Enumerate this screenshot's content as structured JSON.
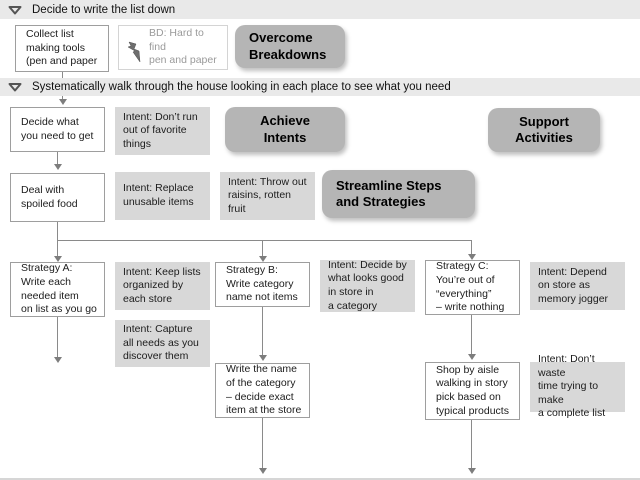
{
  "bars": [
    {
      "label": "Decide to write the list down"
    },
    {
      "label": "Systematically walk through the house looking in each place to see what you need"
    }
  ],
  "callouts": {
    "overcome": "Overcome\nBreakdowns",
    "achieve": "Achieve\nIntents",
    "support": "Support\nActivities",
    "streamline": "Streamline Steps\nand Strategies"
  },
  "steps": {
    "collect_tools": "Collect list\nmaking tools\n(pen and paper",
    "decide_need": "Decide what\nyou need to get",
    "deal_spoiled": "Deal with\nspoiled food",
    "strategy_a": "Strategy A:\nWrite each\nneeded item\non list as you go",
    "strategy_b": "Strategy B:\nWrite category\nname not items",
    "strategy_c": "Strategy C:\nYou’re out of\n“everything”\n– write nothing",
    "write_category": "Write the name\nof the category\n– decide exact\nitem at the store",
    "shop_by_aisle": "Shop by aisle\nwalking in story\npick based on\ntypical products"
  },
  "breakdowns": {
    "hard_to_find": "BD: Hard to find\npen and paper"
  },
  "intents": {
    "favorites": "Intent: Don’t run\nout of favorite\nthings",
    "replace": "Intent: Replace\nunusable items",
    "throw_out": "Intent: Throw out\nraisins, rotten\nfruit",
    "keep_lists": "Intent: Keep lists\norganized by\neach store",
    "capture": "Intent: Capture\nall needs as you\ndiscover them",
    "decide_by_looks": "Intent: Decide by\nwhat looks good\nin store in\na category",
    "depend_store": "Intent: Depend\non store as\nmemory jogger",
    "dont_waste": "Intent: Don’t waste\ntime trying to make\na complete list"
  },
  "colors": {
    "bar_bg": "#e9e9e9",
    "intent_bg": "#d8d8d8",
    "callout_bg": "#b5b5b5",
    "connector": "#7d7d7d"
  }
}
